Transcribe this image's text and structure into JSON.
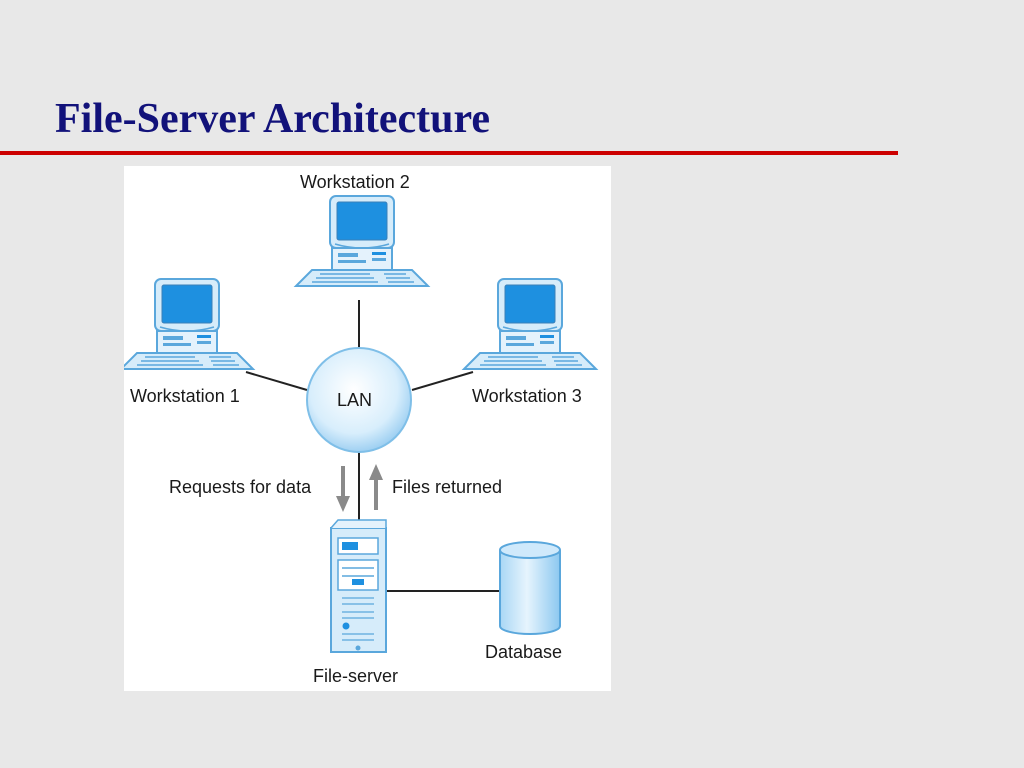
{
  "slide": {
    "title": "File-Server Architecture"
  },
  "diagram": {
    "nodes": {
      "workstation_1": "Workstation 1",
      "workstation_2": "Workstation 2",
      "workstation_3": "Workstation 3",
      "lan": "LAN",
      "file_server": "File-server",
      "database": "Database"
    },
    "flows": {
      "requests": "Requests for data",
      "files_returned": "Files returned"
    },
    "icons": [
      "computer-icon",
      "server-tower-icon",
      "database-cylinder-icon",
      "arrow-down-icon",
      "arrow-up-icon"
    ],
    "colors": {
      "title": "#12127a",
      "rule": "#cc0000",
      "screen": "#1e90e0",
      "device_fill": "#d6ecfa",
      "outline": "#5aa7dc",
      "arrows": "#8a8a8a"
    }
  }
}
